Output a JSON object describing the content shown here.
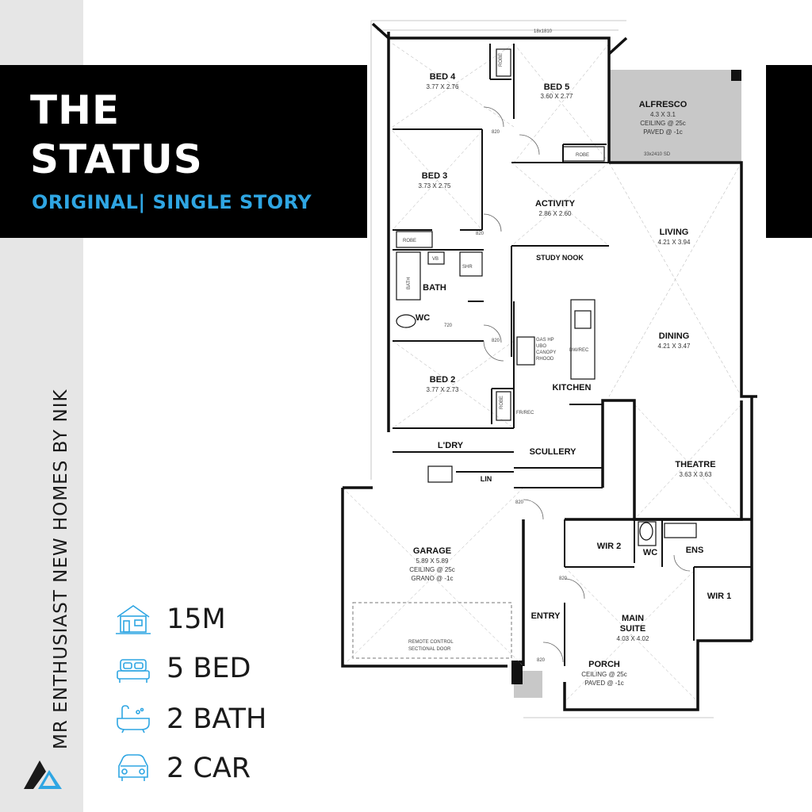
{
  "brand": {
    "vertical_text": "MR ENTHUSIAST NEW HOMES BY NIK",
    "logo_icon": "triangle-logo-icon",
    "accent_color": "#2fa6e3"
  },
  "title": {
    "line1": "THE",
    "line2": "STATUS",
    "subtitle": "ORIGINAL| SINGLE STORY"
  },
  "features": [
    {
      "icon": "house-width-icon",
      "text": "15M"
    },
    {
      "icon": "bed-icon",
      "text": "5 BED"
    },
    {
      "icon": "bathtub-icon",
      "text": "2 BATH"
    },
    {
      "icon": "car-icon",
      "text": "2 CAR"
    }
  ],
  "rooms": {
    "bed4": {
      "name": "BED 4",
      "dims": "3.77 X 2.76"
    },
    "bed5": {
      "name": "BED 5",
      "dims": "3.60 X 2.77"
    },
    "alfresco": {
      "name": "ALFRESCO",
      "dims": "4.3 X 3.1",
      "note1": "CEILING @ 25c",
      "note2": "PAVED @ -1c"
    },
    "bed3": {
      "name": "BED 3",
      "dims": "3.73 X 2.75"
    },
    "activity": {
      "name": "ACTIVITY",
      "dims": "2.86 X 2.60"
    },
    "living": {
      "name": "LIVING",
      "dims": "4.21 X 3.94"
    },
    "study_nook": {
      "name": "STUDY NOOK"
    },
    "bath": {
      "name": "BATH"
    },
    "wc": {
      "name": "WC"
    },
    "dining": {
      "name": "DINING",
      "dims": "4.21 X 3.47"
    },
    "bed2": {
      "name": "BED 2",
      "dims": "3.77 X 2.73"
    },
    "kitchen": {
      "name": "KITCHEN"
    },
    "laundry": {
      "name": "L'DRY"
    },
    "scullery": {
      "name": "SCULLERY"
    },
    "linen": {
      "name": "LIN"
    },
    "theatre": {
      "name": "THEATRE",
      "dims": "3.63 X 3.63"
    },
    "garage": {
      "name": "GARAGE",
      "dims": "5.89 X 5.89",
      "note1": "CEILING @ 25c",
      "note2": "GRANO @ -1c"
    },
    "wir2": {
      "name": "WIR 2"
    },
    "ens_wc": {
      "name": "WC"
    },
    "ensuite": {
      "name": "ENS"
    },
    "wir1": {
      "name": "WIR 1"
    },
    "entry": {
      "name": "ENTRY"
    },
    "main_suite": {
      "name": "MAIN",
      "name2": "SUITE",
      "dims": "4.03 X 4.02"
    },
    "porch": {
      "name": "PORCH",
      "note1": "CEILING @ 25c",
      "note2": "PAVED @ -1c"
    }
  },
  "annotations": {
    "robe": "ROBE",
    "door_820": "820",
    "door_720": "720",
    "vb": "VB",
    "shr": "SHR",
    "bath_tub": "BATH",
    "kitchen_appliances_1": "GAS HP",
    "kitchen_appliances_2": "UBO",
    "kitchen_appliances_3": "CANOPY",
    "kitchen_appliances_4": "RHOOD",
    "dishwasher": "DW/REC",
    "fridge": "FR/REC",
    "remote_door_1": "REMOTE CONTROL",
    "remote_door_2": "SECTIONAL DOOR",
    "win_top": "18x1810",
    "win_alfresco": "33x2410 SD"
  }
}
